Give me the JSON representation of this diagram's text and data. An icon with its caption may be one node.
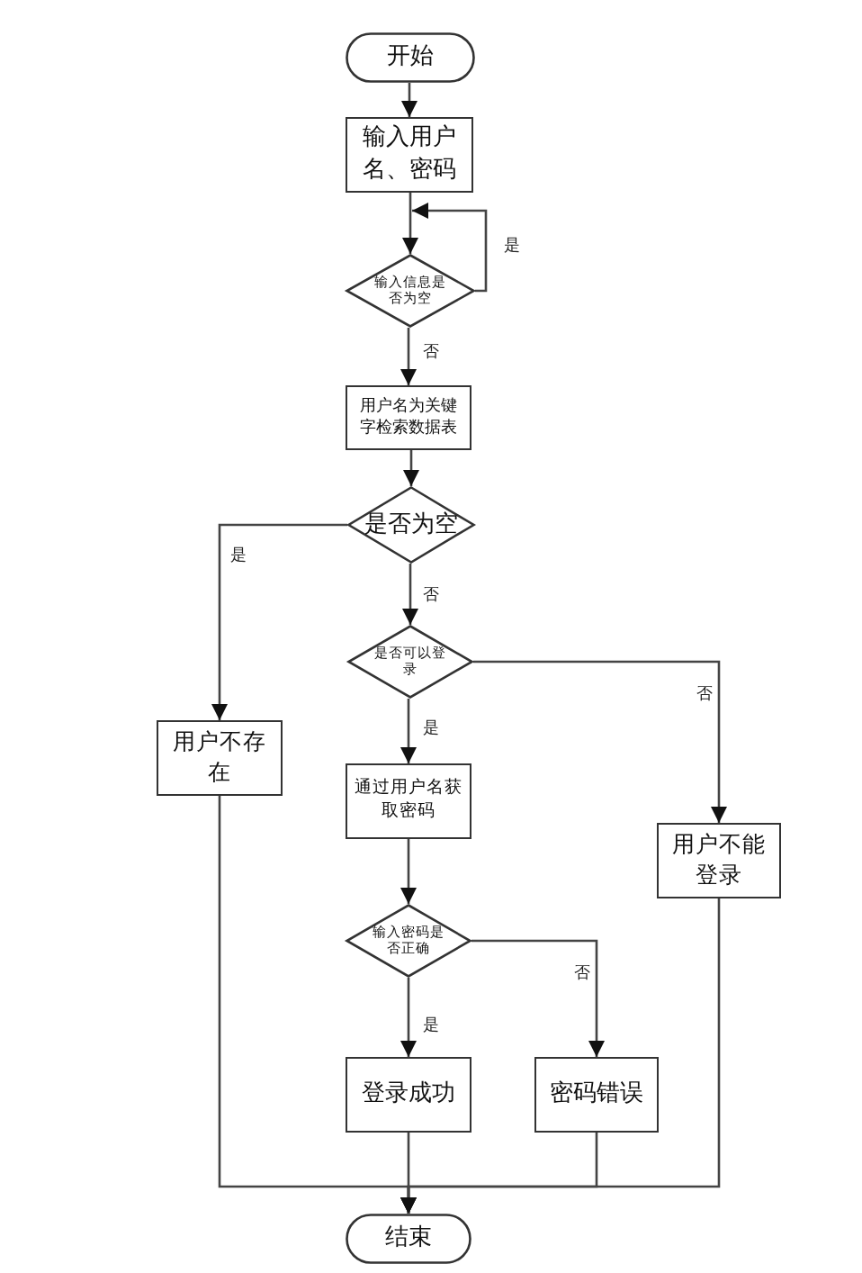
{
  "diagram": {
    "nodes": [
      {
        "text": [
          "开始"
        ]
      },
      {
        "text": [
          "输入用户名、密码"
        ]
      },
      {
        "text": [
          "输入信息是否为空"
        ]
      },
      {
        "text": [
          "用户名为关键字检索数据表"
        ]
      },
      {
        "text": [
          "是否为空"
        ]
      },
      {
        "text": [
          "是否可以登录"
        ]
      },
      {
        "text": [
          "用户不存在"
        ]
      },
      {
        "text": [
          "通过用户名获取密码"
        ]
      },
      {
        "text": [
          "用户不能登录"
        ]
      },
      {
        "text": [
          "输入密码是否正确"
        ]
      },
      {
        "text": [
          "登录成功"
        ]
      },
      {
        "text": [
          "密码错误"
        ]
      },
      {
        "text": [
          "结束"
        ]
      }
    ],
    "edges": [
      {
        "from": 0,
        "to": 1,
        "arrow": "to"
      },
      {
        "from": 1,
        "to": 2,
        "arrow": "to"
      },
      {
        "from": 2,
        "to": 2,
        "arrow": "to",
        "label": "是"
      },
      {
        "from": 2,
        "to": 3,
        "arrow": "to",
        "label": "否"
      },
      {
        "from": 3,
        "to": 4,
        "arrow": "to"
      },
      {
        "from": 4,
        "to": 6,
        "arrow": "to",
        "label": "是"
      },
      {
        "from": 4,
        "to": 5,
        "arrow": "to",
        "label": "否"
      },
      {
        "from": 5,
        "to": 7,
        "arrow": "to",
        "label": "是"
      },
      {
        "from": 5,
        "to": 8,
        "arrow": "to",
        "label": "否"
      },
      {
        "from": 7,
        "to": 9,
        "arrow": "to"
      },
      {
        "from": 9,
        "to": 10,
        "arrow": "to",
        "label": "是"
      },
      {
        "from": 9,
        "to": 11,
        "arrow": "to",
        "label": "否"
      },
      {
        "from": 6,
        "to": 12,
        "arrow": "to"
      },
      {
        "from": 10,
        "to": 12,
        "arrow": "to"
      },
      {
        "from": 8,
        "to": 12,
        "arrow": "to"
      },
      {
        "from": 11,
        "to": 12,
        "arrow": "to"
      }
    ]
  }
}
